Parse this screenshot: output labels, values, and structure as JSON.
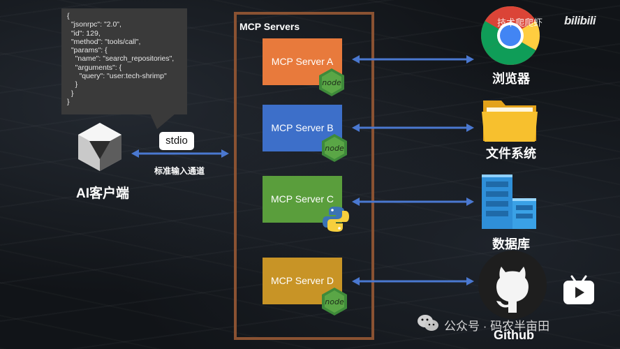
{
  "client": {
    "json_lines": [
      "{",
      "  \"jsonrpc\": \"2.0\",",
      "  \"id\": 129,",
      "  \"method\": \"tools/call\",",
      "  \"params\": {",
      "    \"name\": \"search_repositories\",",
      "    \"arguments\": {",
      "      \"query\": \"user:tech-shrimp\"",
      "    }",
      "  }",
      "}"
    ],
    "label": "AI客户端",
    "transport_badge": "stdio",
    "transport_caption": "标准输入通道"
  },
  "servers": {
    "title": "MCP Servers",
    "items": [
      {
        "name": "MCP Server A",
        "runtime_icon": "nodejs-icon",
        "color": "#e87a3c"
      },
      {
        "name": "MCP Server B",
        "runtime_icon": "nodejs-icon",
        "color": "#3d6fc9"
      },
      {
        "name": "MCP Server C",
        "runtime_icon": "python-icon",
        "color": "#5a9e3c"
      },
      {
        "name": "MCP Server D",
        "runtime_icon": "nodejs-icon",
        "color": "#c89426"
      }
    ]
  },
  "targets": [
    {
      "label": "浏览器",
      "icon": "chrome-icon"
    },
    {
      "label": "文件系统",
      "icon": "folder-icon"
    },
    {
      "label": "数据库",
      "icon": "database-server-icon"
    },
    {
      "label": "Github",
      "icon": "github-icon"
    }
  ],
  "watermarks": {
    "author": "技术爬爬虾",
    "site": "bilibili",
    "wechat": "公众号 · 码农半亩田"
  },
  "colors": {
    "arrow": "#4a78d0",
    "frame": "#8a5232",
    "bubble": "#3a3a3a"
  }
}
